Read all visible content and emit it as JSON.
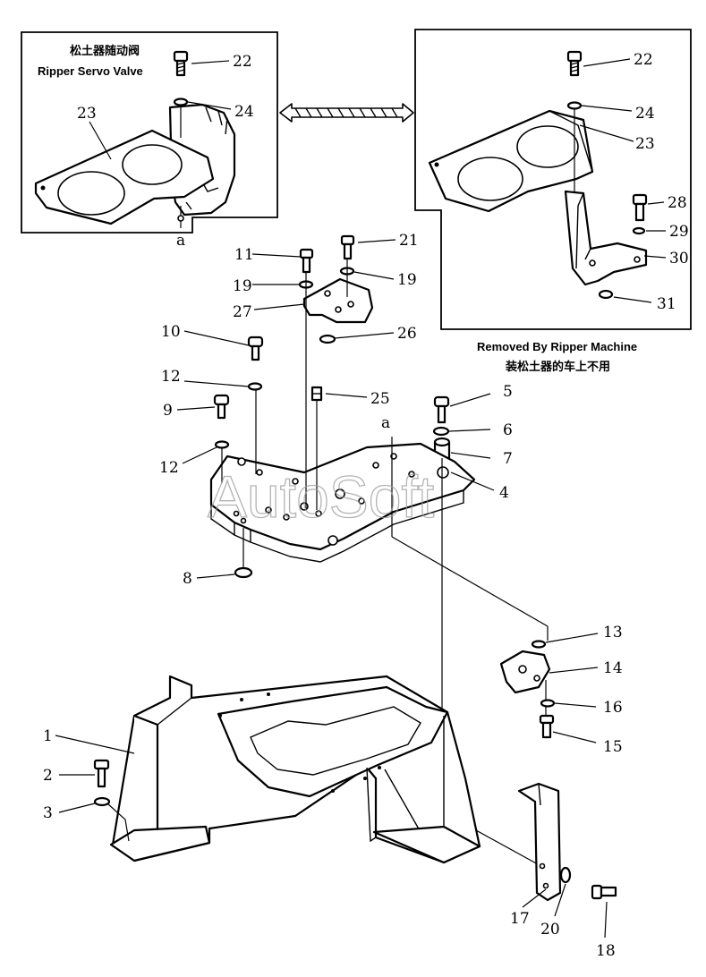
{
  "inset_left": {
    "caption_cn": "松土器随动阀",
    "caption_en": "Ripper Servo Valve",
    "callouts": [
      "22",
      "24",
      "23",
      "a"
    ]
  },
  "inset_right": {
    "caption_en": "Removed By Ripper Machine",
    "caption_cn": "装松土器的车上不用",
    "callouts": [
      "22",
      "24",
      "23",
      "28",
      "29",
      "30",
      "31"
    ]
  },
  "callouts": {
    "c1": "1",
    "c2": "2",
    "c3": "3",
    "c4": "4",
    "c5": "5",
    "c6": "6",
    "c7": "7",
    "c8": "8",
    "c9": "9",
    "c10": "10",
    "c11": "11",
    "c12a": "12",
    "c12b": "12",
    "c13": "13",
    "c14": "14",
    "c15": "15",
    "c16": "16",
    "c17": "17",
    "c18": "18",
    "c19a": "19",
    "c19b": "19",
    "c20": "20",
    "c21": "21",
    "c25": "25",
    "c26": "26",
    "c27": "27",
    "ca": "a"
  },
  "watermark": "AutoSoft"
}
